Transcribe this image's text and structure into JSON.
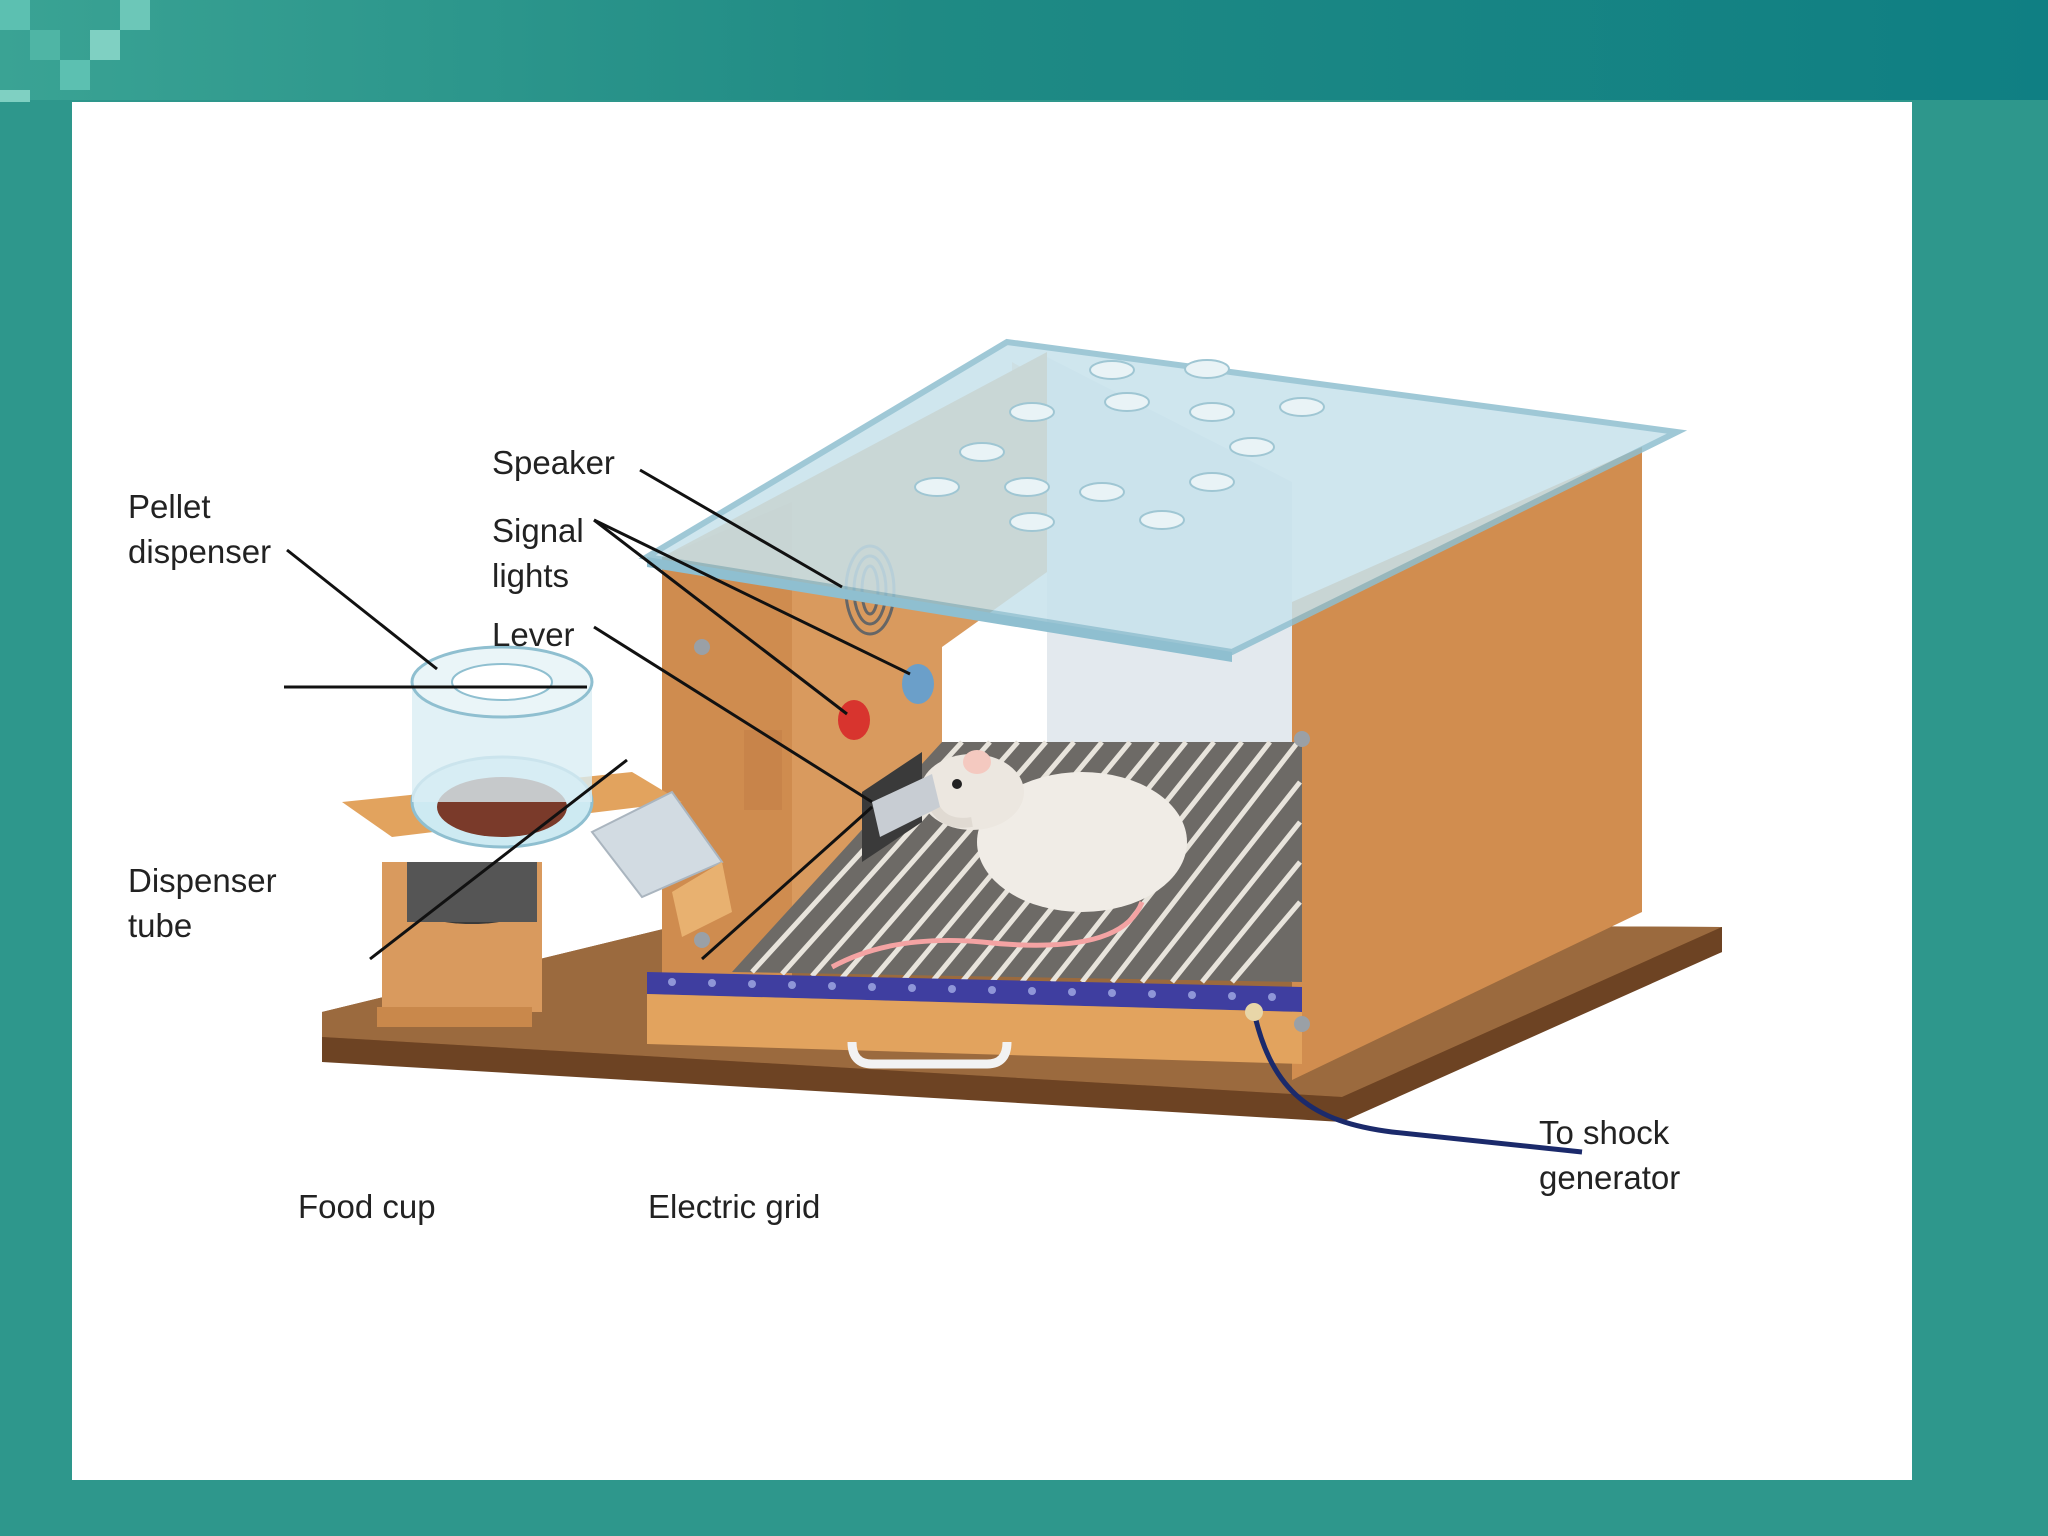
{
  "colors": {
    "frame": "#2e978c",
    "wood": "#d99a5e",
    "base": "#8a5a33",
    "glass": "#bcdde8",
    "grid_bar": "#3f3ea0"
  },
  "labels": {
    "speaker": "Speaker",
    "signal_lights": "Signal\nlights",
    "lever": "Lever",
    "pellet_dispenser": "Pellet\ndispenser",
    "dispenser_tube": "Dispenser\ntube",
    "food_cup": "Food cup",
    "electric_grid": "Electric grid",
    "shock_generator": "To shock\ngenerator"
  }
}
